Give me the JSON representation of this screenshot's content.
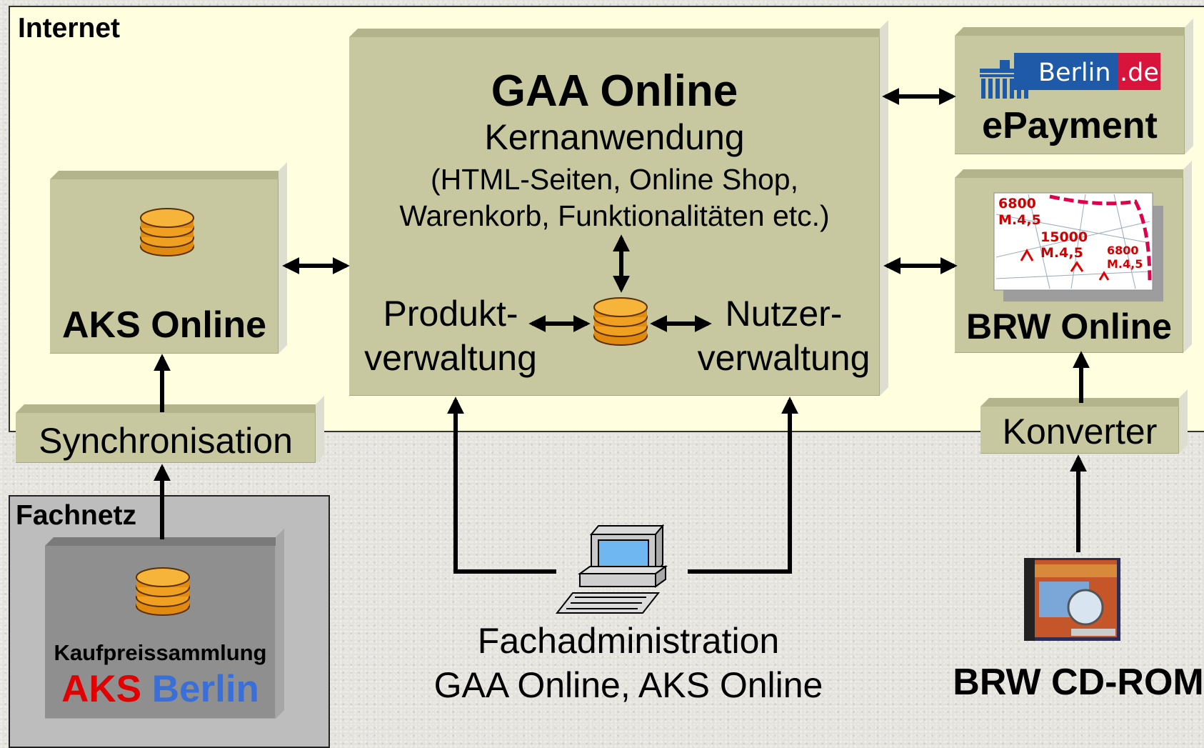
{
  "zones": {
    "internet": "Internet",
    "fachnetz": "Fachnetz"
  },
  "gaa": {
    "title": "GAA Online",
    "subtitle": "Kernanwendung",
    "desc_line1": "(HTML-Seiten, Online Shop,",
    "desc_line2": "Warenkorb, Funktionalitäten etc.)",
    "produkt_line1": "Produkt-",
    "produkt_line2": "verwaltung",
    "nutzer_line1": "Nutzer-",
    "nutzer_line2": "verwaltung"
  },
  "aks": {
    "title": "AKS Online"
  },
  "sync": {
    "label": "Synchronisation"
  },
  "berlin": {
    "logo_text": "Berlin",
    "logo_suffix": ".de",
    "label": "ePayment"
  },
  "brw": {
    "title": "BRW Online",
    "map_labels": [
      "6800",
      "M.4,5",
      "15000",
      "M.4,5",
      "6800",
      "M.4,5"
    ]
  },
  "konverter": {
    "label": "Konverter"
  },
  "cdrom": {
    "label": "BRW CD-ROM"
  },
  "kaufpreis": {
    "label": "Kaufpreissammlung",
    "aks_word": "AKS",
    "berlin_word": "Berlin"
  },
  "admin": {
    "line1": "Fachadministration",
    "line2": "GAA Online, AKS Online"
  },
  "colors": {
    "box": "#c8c8a0",
    "internet_bg": "#ffffe0",
    "fachnetz_bg": "#bdbdbd",
    "db_fill": "#f0a020",
    "aks_red": "#e00000",
    "berlin_blue": "#3a6fd8",
    "logo_blue": "#1f5aa8",
    "logo_red": "#d9143c"
  }
}
